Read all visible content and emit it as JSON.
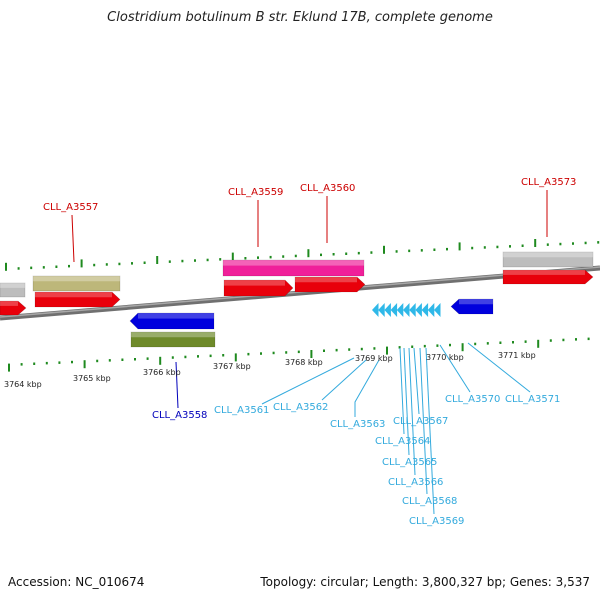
{
  "title": "Clostridium botulinum B str. Eklund 17B, complete genome",
  "footer": {
    "accession": "Accession: NC_010674",
    "info": "Topology: circular; Length: 3,800,327 bp; Genes: 3,537"
  },
  "colors": {
    "red": "#e8000b",
    "blue": "#0000dd",
    "cyan": "#2fb8e8",
    "olive": "#6e8a2a",
    "khaki": "#bdb77a",
    "pink": "#f0209a",
    "gray": "#bdbdbd",
    "tick": "#1f8a1f",
    "backbone": "#808080",
    "label_red": "#cc0000",
    "label_blue": "#0000bb",
    "label_cyan": "#33aadd"
  },
  "kbp_ticks": [
    {
      "label": "3764 kbp"
    },
    {
      "label": "3765 kbp"
    },
    {
      "label": "3766 kbp"
    },
    {
      "label": "3767 kbp"
    },
    {
      "label": "3768 kbp"
    },
    {
      "label": "3769 kbp"
    },
    {
      "label": "3770 kbp"
    },
    {
      "label": "3771 kbp"
    }
  ],
  "gene_labels": [
    {
      "text": "CLL_A3557",
      "color": "label_red"
    },
    {
      "text": "CLL_A3559",
      "color": "label_red"
    },
    {
      "text": "CLL_A3560",
      "color": "label_red"
    },
    {
      "text": "CLL_A3573",
      "color": "label_red"
    },
    {
      "text": "CLL_A3558",
      "color": "label_blue"
    },
    {
      "text": "CLL_A3561",
      "color": "label_cyan"
    },
    {
      "text": "CLL_A3562",
      "color": "label_cyan"
    },
    {
      "text": "CLL_A3563",
      "color": "label_cyan"
    },
    {
      "text": "CLL_A3564",
      "color": "label_cyan"
    },
    {
      "text": "CLL_A3565",
      "color": "label_cyan"
    },
    {
      "text": "CLL_A3566",
      "color": "label_cyan"
    },
    {
      "text": "CLL_A3567",
      "color": "label_cyan"
    },
    {
      "text": "CLL_A3568",
      "color": "label_cyan"
    },
    {
      "text": "CLL_A3569",
      "color": "label_cyan"
    },
    {
      "text": "CLL_A3570",
      "color": "label_cyan"
    },
    {
      "text": "CLL_A3571",
      "color": "label_cyan"
    }
  ]
}
